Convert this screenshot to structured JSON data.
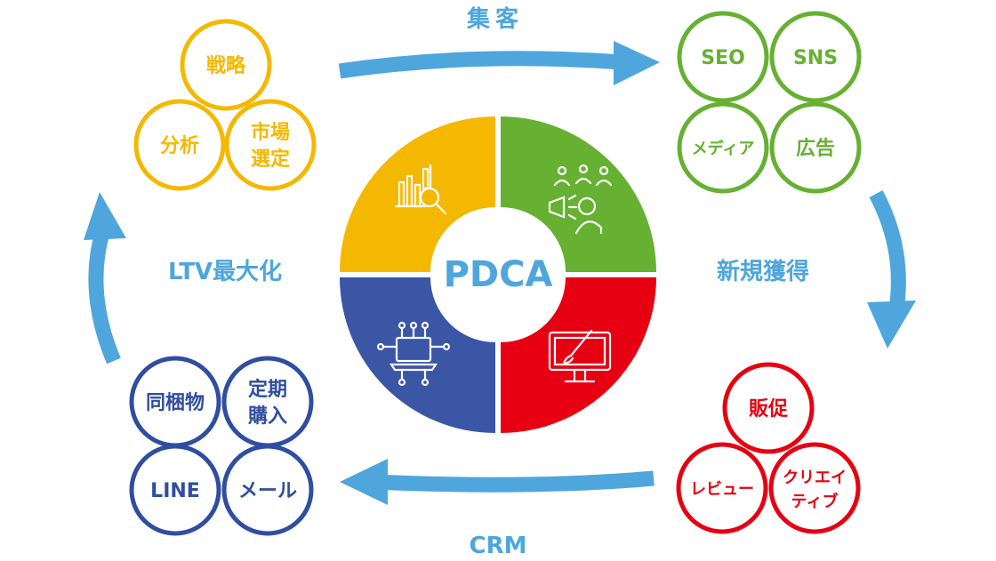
{
  "center": {
    "label": "PDCA"
  },
  "flow": {
    "top": "集客",
    "right": "新規獲得",
    "bottom": "CRM",
    "left": "LTV最大化"
  },
  "clusters": {
    "strategy": {
      "color": "#f5b800",
      "items": [
        "戦略",
        "分析",
        "市場",
        "選定"
      ]
    },
    "acquisition": {
      "color": "#66b032",
      "items": [
        "SEO",
        "SNS",
        "メディア",
        "広告"
      ]
    },
    "sales": {
      "color": "#e60012",
      "items": [
        "販促",
        "レビュー",
        "クリエイ",
        "ティブ"
      ]
    },
    "retention": {
      "color": "#2f4ea0",
      "items": [
        "同梱物",
        "定期",
        "購入",
        "LINE",
        "メール"
      ]
    }
  },
  "colors": {
    "arrow": "#4ea6dc",
    "quadrant_yellow": "#f5b800",
    "quadrant_green": "#66b032",
    "quadrant_red": "#e60012",
    "quadrant_blue": "#3a56a5",
    "center_text": "#4ea6dc",
    "flow_text": "#4ea6dc"
  },
  "icons": {
    "top_left": "chart-magnifier-icon",
    "top_right": "megaphone-audience-icon",
    "bottom_right": "monitor-brush-icon",
    "bottom_left": "laptop-circuit-icon"
  }
}
